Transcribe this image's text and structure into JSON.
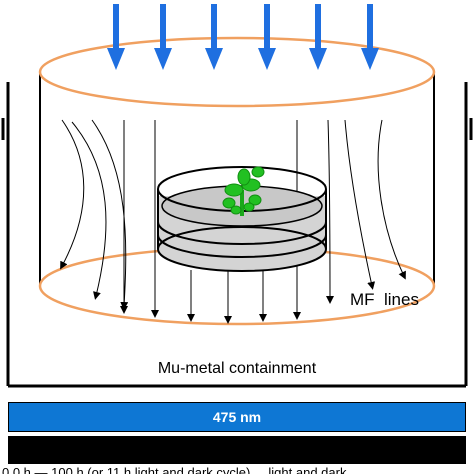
{
  "labels": {
    "mf_lines": "MF  lines",
    "containment": "Mu-metal containment"
  },
  "bars": {
    "blue_label": "475 nm",
    "black_label": "",
    "partial_caption": "0.0 h — 100 h (or 11 h light and dark cycle) ... light and dark"
  },
  "colors": {
    "light_arrow": "#1f6fe0",
    "ring": "#f0a060",
    "plant": "#22c022",
    "dish_fill": "#d4d4d4",
    "blue_bar": "#0e77d4",
    "black_bar": "#000000"
  },
  "icons": {
    "light_arrows": "down-arrow-icon",
    "plant": "seedling-icon",
    "dish": "petri-dish-icon"
  }
}
